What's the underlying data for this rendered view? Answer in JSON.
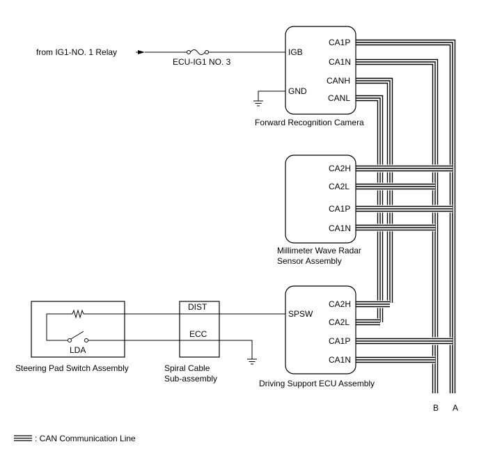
{
  "source": {
    "label": "from IG1-NO. 1 Relay",
    "fuse_label": "ECU-IG1 NO. 3"
  },
  "camera": {
    "name": "Forward Recognition Camera",
    "pins_left": [
      "IGB",
      "GND"
    ],
    "pins_right": [
      "CA1P",
      "CA1N",
      "CANH",
      "CANL"
    ]
  },
  "radar": {
    "name_line1": "Millimeter Wave Radar",
    "name_line2": "Sensor Assembly",
    "pins_right": [
      "CA2H",
      "CA2L",
      "CA1P",
      "CA1N"
    ]
  },
  "ecu": {
    "name": "Driving Support ECU Assembly",
    "pins_left": [
      "SPSW"
    ],
    "pins_right": [
      "CA2H",
      "CA2L",
      "CA1P",
      "CA1N"
    ]
  },
  "steering_pad": {
    "name": "Steering Pad Switch Assembly",
    "switch_label": "LDA"
  },
  "spiral_cable": {
    "name_line1": "Spiral Cable",
    "name_line2": "Sub-assembly",
    "pins": [
      "DIST",
      "ECC"
    ]
  },
  "bus_labels": [
    "B",
    "A"
  ],
  "legend": {
    "label": ": CAN Communication Line"
  }
}
